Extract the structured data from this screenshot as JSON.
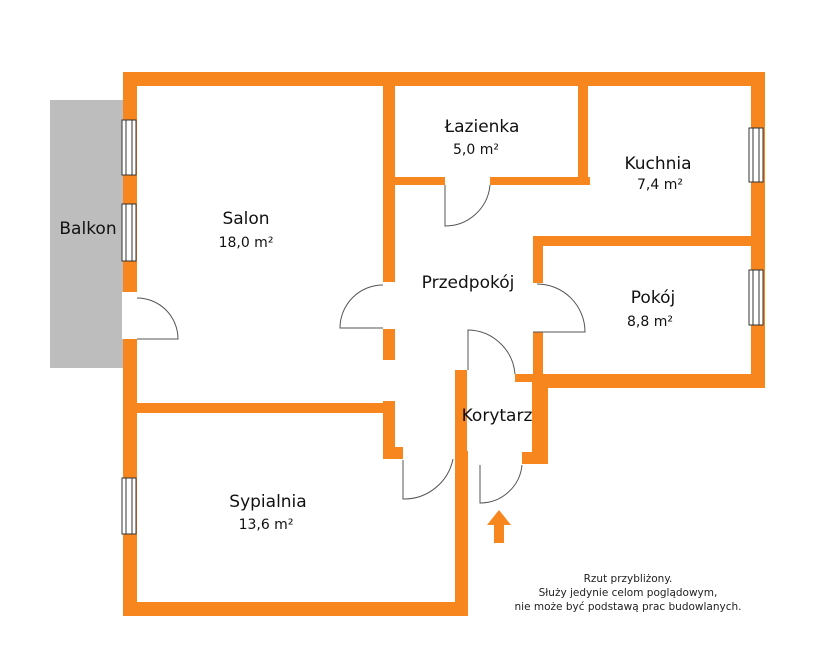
{
  "colors": {
    "wall": "#F7861E",
    "balcony": "#BDBDBD",
    "door_line": "#555555",
    "background": "#FFFFFF"
  },
  "rooms": {
    "balkon": {
      "label": "Balkon"
    },
    "salon": {
      "label": "Salon",
      "area": "18,0 m²"
    },
    "lazienka": {
      "label": "Łazienka",
      "area": "5,0 m²"
    },
    "kuchnia": {
      "label": "Kuchnia",
      "area": "7,4 m²"
    },
    "przedpokoj": {
      "label": "Przedpokój"
    },
    "pokoj": {
      "label": "Pokój",
      "area": "8,8 m²"
    },
    "korytarz": {
      "label": "Korytarz"
    },
    "sypialnia": {
      "label": "Sypialnia",
      "area": "13,6 m²"
    }
  },
  "entrance_icon": "up-arrow-icon",
  "note": {
    "line1": "Rzut przybliżony.",
    "line2": "Służy jedynie celom poglądowym,",
    "line3": "nie może być podstawą prac budowlanych."
  }
}
